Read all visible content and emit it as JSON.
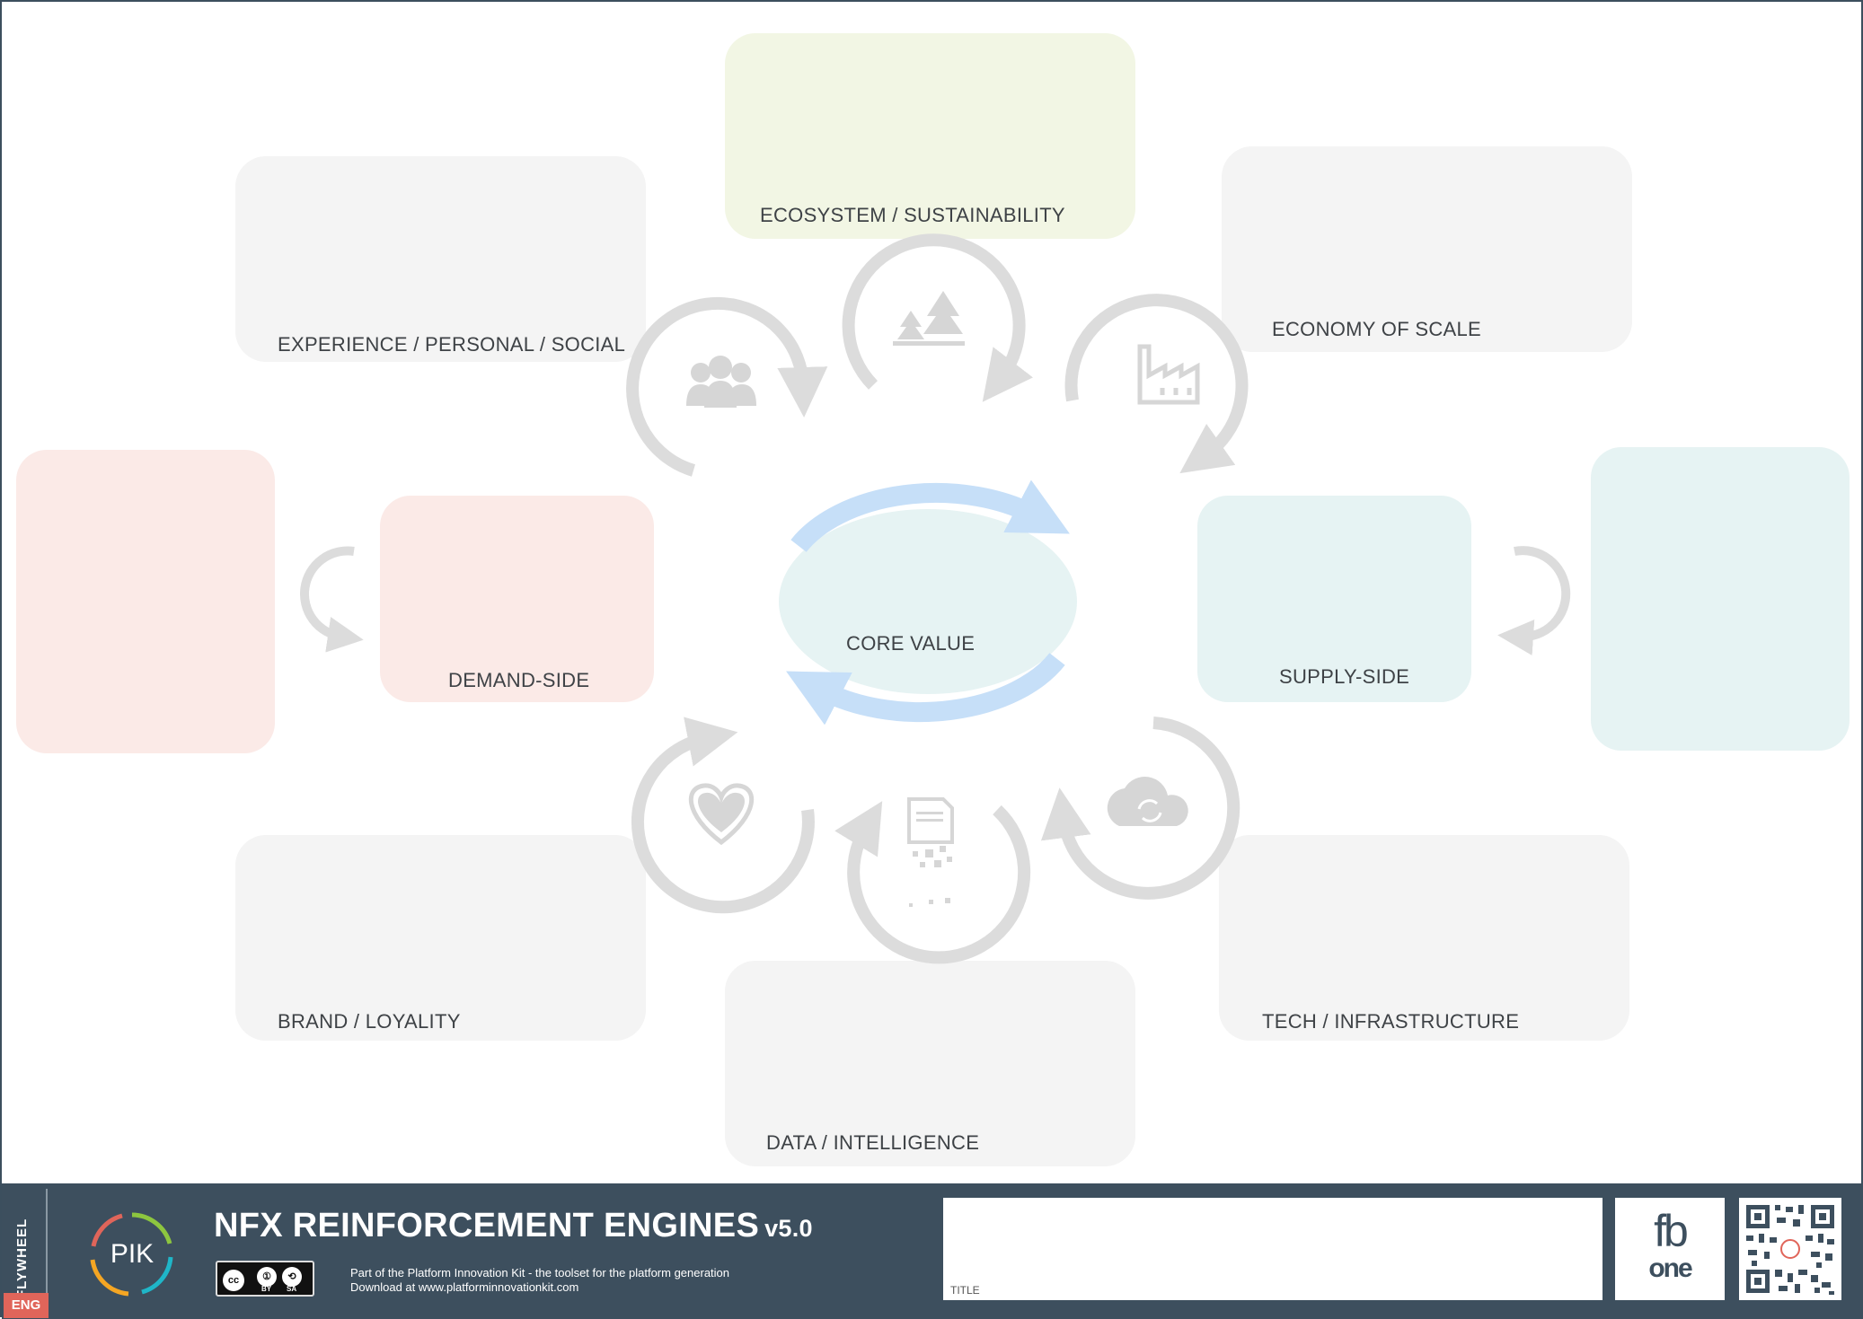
{
  "diagram": {
    "core_label": "CORE VALUE",
    "engines": {
      "ecosystem": "ECOSYSTEM / SUSTAINABILITY",
      "experience": "EXPERIENCE / PERSONAL / SOCIAL",
      "economy": "ECONOMY OF SCALE",
      "demand": "DEMAND-SIDE",
      "supply": "SUPPLY-SIDE",
      "brand": "BRAND / LOYALITY",
      "tech": "TECH / INFRASTRUCTURE",
      "data": "DATA / INTELLIGENCE"
    },
    "icons": [
      "people-icon",
      "trees-icon",
      "factory-icon",
      "heart-icon",
      "document-data-icon",
      "cloud-sync-icon"
    ],
    "colors": {
      "grey_box": "#f4f4f4",
      "green_box": "#f2f6e4",
      "pink_box": "#fbeae7",
      "teal_box": "#e6f3f3",
      "arrow_grey": "#dcdcdc",
      "arrow_blue": "#c6dff8",
      "footer_bg": "#3d4f5e",
      "lang_tag": "#e0655a"
    }
  },
  "footer": {
    "side_tab": "FLYWHEEL",
    "language": "ENG",
    "pik_logo_text": "PIK",
    "title": "NFX REINFORCEMENT ENGINES",
    "version": "v5.0",
    "license": {
      "badge": "cc",
      "by": "BY",
      "sa": "SA"
    },
    "tagline": "Part of the Platform Innovation Kit  - the toolset for the platform generation",
    "download": "Download at www.platforminnovationkit.com",
    "title_field_label": "TITLE",
    "partner_logo_top": "fb",
    "partner_logo_bottom": "one"
  }
}
